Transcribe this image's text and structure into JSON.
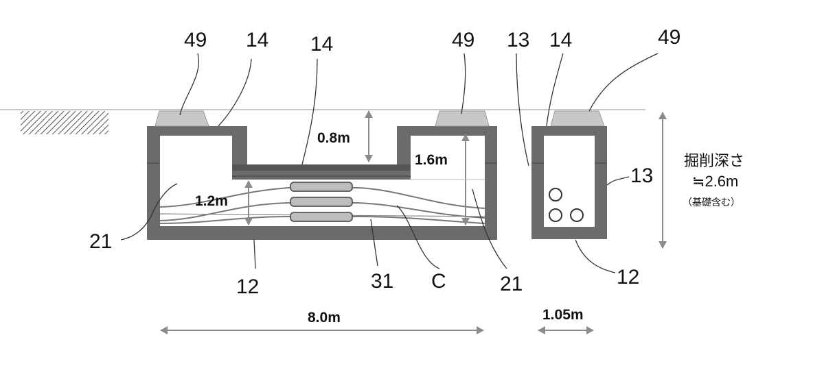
{
  "reference_numerals": {
    "lid_left": "49",
    "wall_left_top": "14",
    "lid_center_top": "14",
    "lid_right": "49",
    "side_wall": "13",
    "side_lid": "14",
    "lid_far_right": "49",
    "side_wall_right": "13",
    "space_left": "21",
    "bottom_left": "12",
    "tray": "31",
    "cable": "C",
    "space_right": "21",
    "bottom_right": "12"
  },
  "dimensions": {
    "depth_top": "0.8m",
    "inner_height": "1.6m",
    "cable_height": "1.2m",
    "width_main": "8.0m",
    "width_side": "1.05m"
  },
  "note": {
    "title": "掘削深さ",
    "value": "≒2.6m",
    "sub": "（基礎含む）"
  },
  "colors": {
    "wall": "#6b6b6b",
    "lid": "#c8c8c8",
    "line": "#333333",
    "arrow": "#8a8a8a"
  }
}
